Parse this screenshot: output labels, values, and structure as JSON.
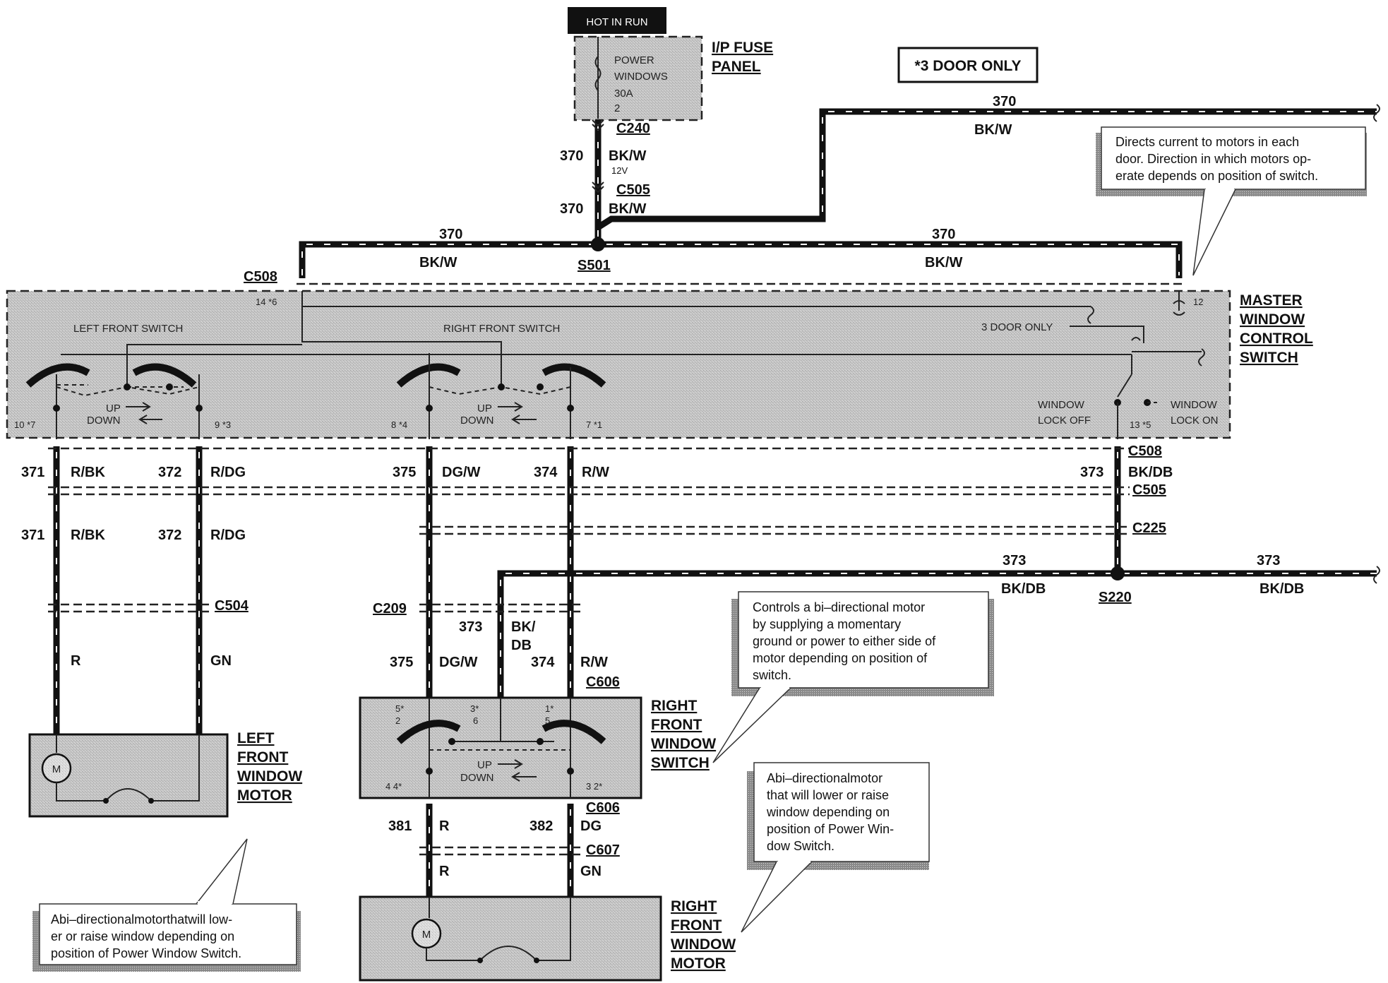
{
  "power": {
    "hot_in_run": "HOT IN RUN",
    "fuse_panel": [
      "I/P FUSE",
      "PANEL"
    ],
    "fuse_lines": [
      "POWER",
      "WINDOWS",
      "30A",
      "2"
    ],
    "door_note": "*3 DOOR ONLY",
    "volt": "12V"
  },
  "connectors": {
    "c240": "C240",
    "c505": "C505",
    "s501": "S501",
    "c508": "C508",
    "c508b": "C508",
    "c505b": "C505",
    "c225": "C225",
    "s220": "S220",
    "c504": "C504",
    "c209": "C209",
    "c606": "C606",
    "c606b": "C606",
    "c607": "C607"
  },
  "wires": {
    "w370": "370",
    "bkw": "BK/W",
    "w371": "371",
    "rbk": "R/BK",
    "w372": "372",
    "rdg": "R/DG",
    "w375": "375",
    "dgw": "DG/W",
    "w374": "374",
    "rw": "R/W",
    "w373": "373",
    "bkdb": "BK/DB",
    "bk_slash": "BK/",
    "db": "DB",
    "r": "R",
    "gn": "GN",
    "w381": "381",
    "w382": "382",
    "dg": "DG"
  },
  "master_switch": {
    "title": [
      "MASTER",
      "WINDOW",
      "CONTROL",
      "SWITCH"
    ],
    "left_front": "LEFT FRONT SWITCH",
    "right_front": "RIGHT FRONT SWITCH",
    "three_door": "3 DOOR ONLY",
    "up": "UP",
    "down": "DOWN",
    "lock_off": [
      "WINDOW",
      "LOCK OFF"
    ],
    "lock_on": [
      "WINDOW",
      "LOCK ON"
    ],
    "pins": {
      "p14": "14 *6",
      "p12": "12",
      "p10": "10 *7",
      "p9": "9 *3",
      "p8": "8 *4",
      "p7": "7 *1",
      "p13": "13 *5"
    }
  },
  "rf_switch": {
    "title": [
      "RIGHT",
      "FRONT",
      "WINDOW",
      "SWITCH"
    ],
    "pins": {
      "p5": "5*",
      "p2": "2",
      "p3": "3*",
      "p6": "6",
      "p1": "1*",
      "p5b": "5",
      "p4": "4 4*",
      "p32": "3 2*"
    }
  },
  "lf_motor": {
    "title": [
      "LEFT",
      "FRONT",
      "WINDOW",
      "MOTOR"
    ],
    "m": "M"
  },
  "rf_motor": {
    "title": [
      "RIGHT",
      "FRONT",
      "WINDOW",
      "MOTOR"
    ],
    "m": "M"
  },
  "notes": {
    "directs": [
      "Directs current to motors in each",
      "door. Direction in which motors op-",
      "erate depends on position of switch."
    ],
    "controls": [
      "Controls a bi–directional motor",
      "by  supplying  a  momentary",
      "ground or power to either side of",
      "motor  depending  on position of",
      "switch."
    ],
    "rf_motor": [
      "Abi–directionalmotor",
      "that will lower or raise",
      "window depending on",
      "position of Power Win-",
      "dow Switch."
    ],
    "lf_motor": [
      "Abi–directionalmotorthatwill low-",
      "er or raise window depending on",
      "position of Power Window Switch."
    ]
  }
}
